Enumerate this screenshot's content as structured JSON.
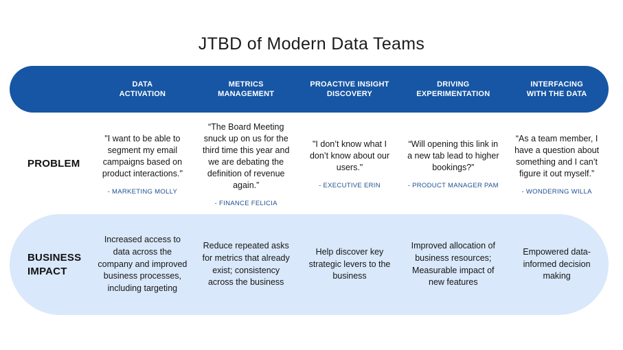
{
  "title": "JTBD of Modern Data Teams",
  "colors": {
    "header_bg": "#1656A4",
    "header_text": "#FFFFFF",
    "impact_bg": "#D9E8FA",
    "attribution_text": "#1D4F91"
  },
  "rows": {
    "problem_label": "PROBLEM",
    "impact_label": "BUSINESS\nIMPACT"
  },
  "columns": [
    {
      "header": "DATA\nACTIVATION",
      "problem_quote": "\"I want to be able to segment my email campaigns based on product interactions.\"",
      "problem_attribution": "- MARKETING MOLLY",
      "business_impact": "Increased access to data across the company and improved business processes, including targeting"
    },
    {
      "header": "METRICS\nMANAGEMENT",
      "problem_quote": "“The Board Meeting snuck up on us for the third time this year and we are debating the definition of revenue again.”",
      "problem_attribution": "- FINANCE FELICIA",
      "business_impact": "Reduce repeated asks for metrics that already exist; consistency across the business"
    },
    {
      "header": "PROACTIVE INSIGHT\nDISCOVERY",
      "problem_quote": "\"I don’t know what I don’t know about our users.\"",
      "problem_attribution": "- EXECUTIVE ERIN",
      "business_impact": "Help discover key strategic levers to the business"
    },
    {
      "header": "DRIVING\nEXPERIMENTATION",
      "problem_quote": "“Will opening this link in a new tab lead to higher bookings?”",
      "problem_attribution": "- PRODUCT MANAGER PAM",
      "business_impact": "Improved allocation of business resources; Measurable impact of new features"
    },
    {
      "header": "INTERFACING\nWITH THE DATA",
      "problem_quote": "“As a team member, I have a question about something and I can’t figure it out myself.”",
      "problem_attribution": "- WONDERING WILLA",
      "business_impact": "Empowered data-informed decision making"
    }
  ]
}
